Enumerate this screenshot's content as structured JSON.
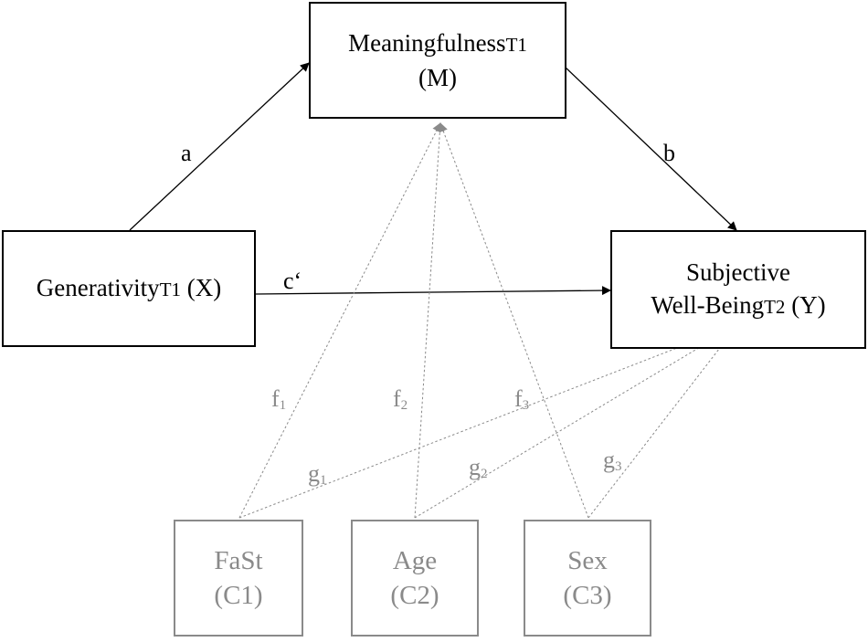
{
  "nodes": {
    "m": {
      "name": "Meaningfulness",
      "sub": "T1",
      "abbr": "(M)"
    },
    "x": {
      "name": "Generativity",
      "sub": "T1",
      "abbr": "(X)"
    },
    "y": {
      "line1": "Subjective",
      "name": "Well-Being",
      "sub": "T2",
      "abbr": "(Y)"
    },
    "c1": {
      "name": "FaSt",
      "abbr": "(C1)"
    },
    "c2": {
      "name": "Age",
      "abbr": "(C2)"
    },
    "c3": {
      "name": "Sex",
      "abbr": "(C3)"
    }
  },
  "paths": {
    "a": "a",
    "b": "b",
    "c_prime": "c‘",
    "f1": {
      "letter": "f",
      "index": "1"
    },
    "f2": {
      "letter": "f",
      "index": "2"
    },
    "f3": {
      "letter": "f",
      "index": "3"
    },
    "g1": {
      "letter": "g",
      "index": "1"
    },
    "g2": {
      "letter": "g",
      "index": "2"
    },
    "g3": {
      "letter": "g",
      "index": "3"
    }
  },
  "colors": {
    "main": "#000000",
    "control": "#8a8a8a"
  }
}
